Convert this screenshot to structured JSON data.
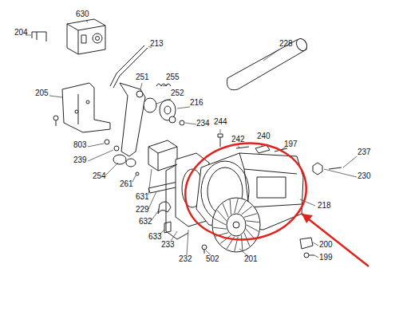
{
  "diagram": {
    "labels": [
      "204",
      "630",
      "213",
      "205",
      "251",
      "255",
      "252",
      "216",
      "234",
      "228",
      "803",
      "239",
      "254",
      "244",
      "242",
      "240",
      "197",
      "237",
      "230",
      "261",
      "631",
      "229",
      "218",
      "632",
      "633",
      "233",
      "232",
      "502",
      "201",
      "200",
      "199"
    ]
  }
}
